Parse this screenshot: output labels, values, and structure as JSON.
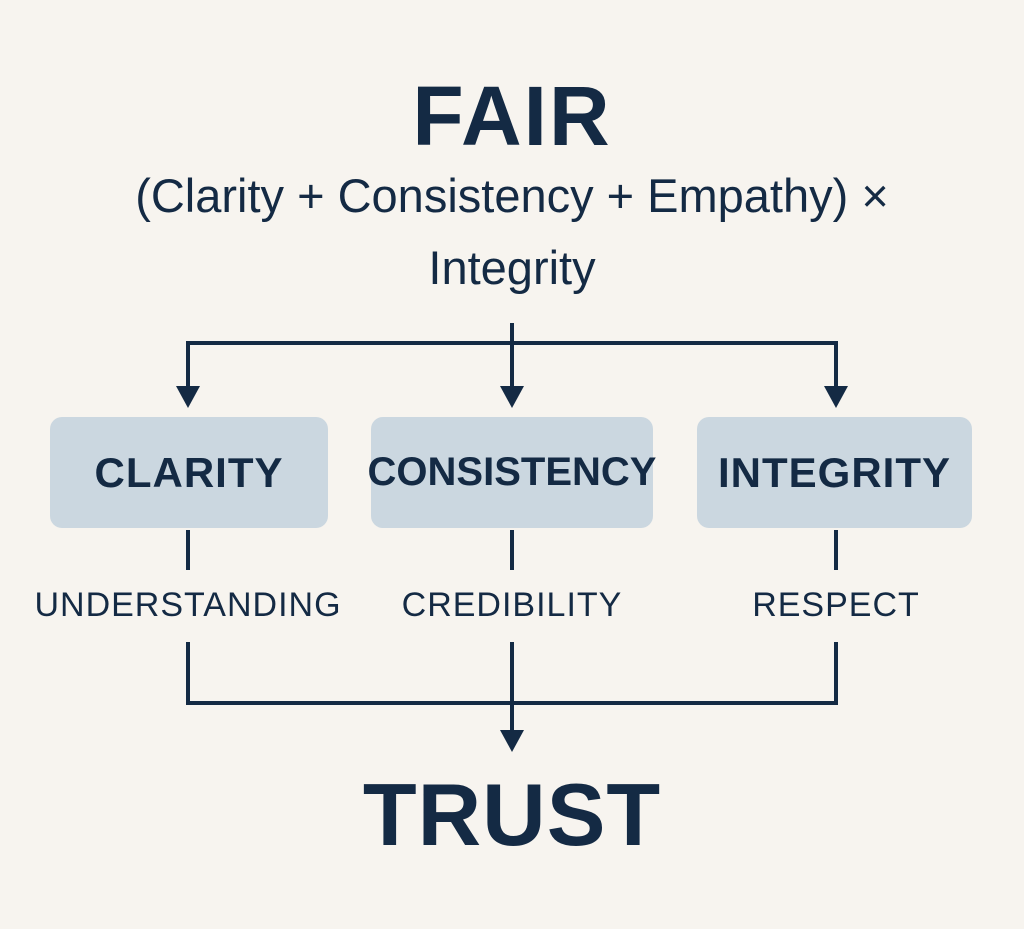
{
  "title": "FAIR",
  "formula": {
    "line1": "(Clarity + Consistency + Empathy) ×",
    "line2": "Integrity"
  },
  "pillars": [
    {
      "name": "CLARITY",
      "outcome": "UNDERSTANDING"
    },
    {
      "name": "CONSISTENCY",
      "outcome": "CREDIBILITY"
    },
    {
      "name": "INTEGRITY",
      "outcome": "RESPECT"
    }
  ],
  "result": "TRUST",
  "colors": {
    "background": "#f7f4ef",
    "ink": "#142a44",
    "box": "#cbd7e0"
  }
}
